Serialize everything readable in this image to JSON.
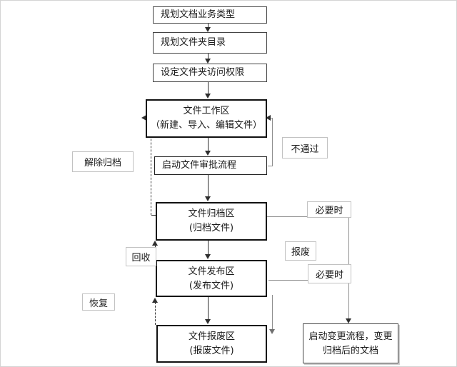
{
  "boxes": {
    "plan_type": {
      "label": "规划文档业务类型"
    },
    "plan_folder": {
      "label": "规划文件夹目录"
    },
    "set_permission": {
      "label": "设定文件夹访问权限"
    },
    "work_area": {
      "line1": "文件工作区",
      "line2": "（新建、导入、编辑文件）"
    },
    "start_approval": {
      "label": "启动文件审批流程"
    },
    "archive_area": {
      "line1": "文件归档区",
      "line2": "(归档文件)"
    },
    "publish_area": {
      "line1": "文件发布区",
      "line2": "(发布文件)"
    },
    "scrap_area": {
      "line1": "文件报废区",
      "line2": "(报废文件)"
    },
    "change_process": {
      "line1": "启动变更流程，变更",
      "line2": "归档后的文档"
    }
  },
  "labels": {
    "unarchive": "解除归档",
    "reject": "不通过",
    "when_necessary_1": "必要时",
    "scrap": "报废",
    "when_necessary_2": "必要时",
    "recycle": "回收",
    "restore": "恢复"
  },
  "colors": {
    "box_border_thick": "#111111",
    "box_border_thin": "#444444",
    "label_border": "#c2c2c2",
    "connector_dark": "#2e2e2e",
    "connector_gray": "#8f8f8f",
    "background": "#ffffff"
  }
}
